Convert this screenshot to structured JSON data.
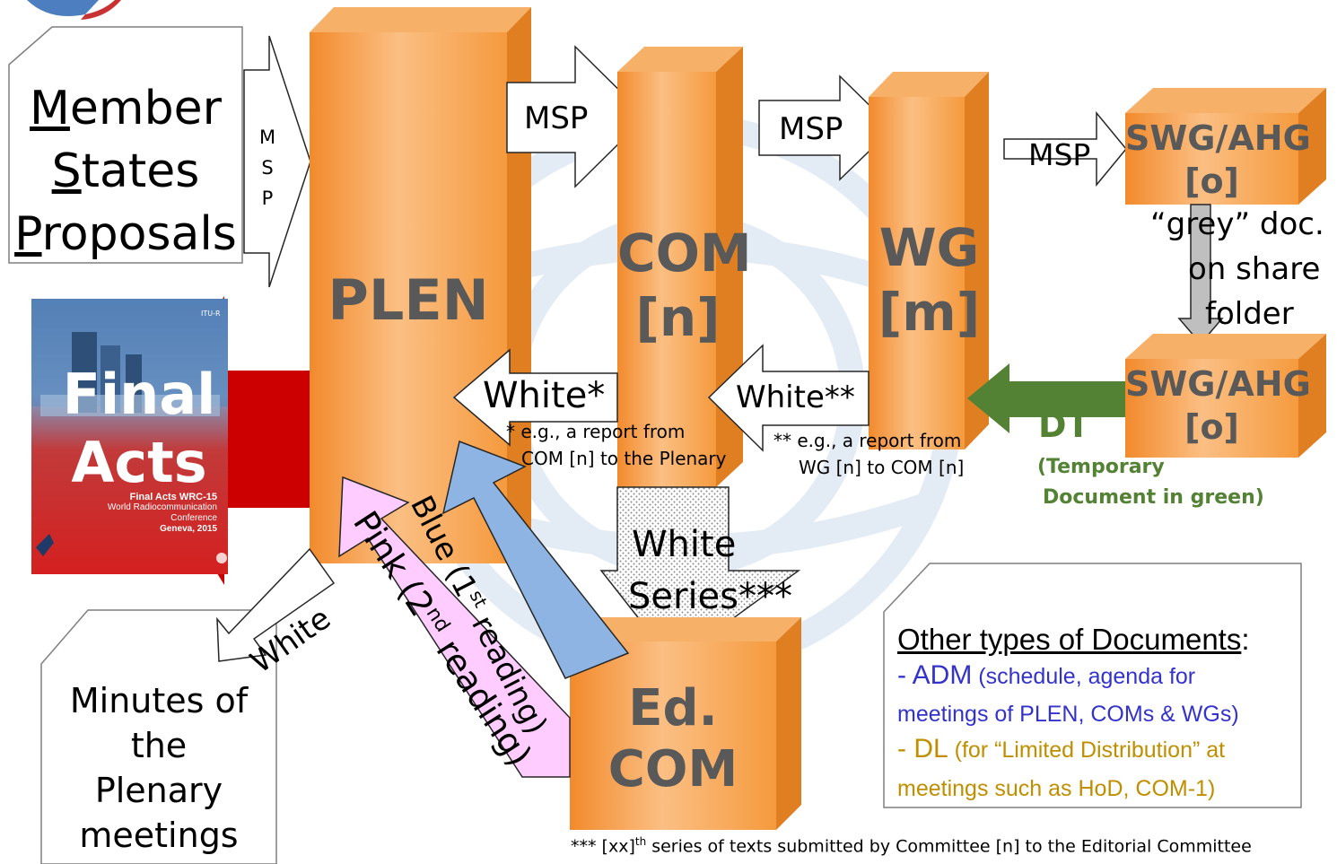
{
  "member_states": {
    "m": "M",
    "ember": "ember",
    "s": "S",
    "tates": "tates",
    "p": "P",
    "roposals": "roposals"
  },
  "msp_vertical": [
    "M",
    "S",
    "P"
  ],
  "boxes": {
    "plen": "PLEN",
    "com": [
      "COM",
      "[n]"
    ],
    "wg": [
      "WG",
      "[m]"
    ],
    "swg_top": [
      "SWG/AHG",
      "[o]"
    ],
    "swg_bottom": [
      "SWG/AHG",
      "[o]"
    ],
    "ed_com": [
      "Ed.",
      "COM"
    ]
  },
  "arrows": {
    "msp_1": "MSP",
    "msp_2": "MSP",
    "msp_3": "MSP",
    "white_1": "White*",
    "white_2": "White**",
    "white_series": [
      "White",
      "Series***"
    ],
    "white_diag": "White",
    "blue": {
      "a": "Blue (1",
      "sup": "st",
      "b": " reading)"
    },
    "pink": {
      "a": "Pink (2",
      "sup": "nd",
      "b": " reading)"
    },
    "dt": "DT",
    "final_acts": [
      "Final",
      "Acts"
    ]
  },
  "notes": {
    "grey_doc": [
      "“grey” doc.",
      "on share",
      "folder"
    ],
    "note1": [
      "* e.g., a report from",
      "COM [n] to the Plenary"
    ],
    "note2": [
      "** e.g., a report from",
      "WG [n] to  COM [n]"
    ],
    "temp_doc": [
      "(Temporary",
      "Document in green)"
    ],
    "footnote": {
      "a": "*** [xx]",
      "sup": "th",
      "b": " series of texts submitted by Committee [n] to the Editorial Committee"
    }
  },
  "minutes": [
    "Minutes of",
    "the",
    "Plenary",
    "meetings"
  ],
  "cover": {
    "itu": "ITU-R",
    "line1": "Final Acts WRC-15",
    "line2": "World Radiocommunication",
    "line3": "Conference",
    "line4": "Geneva, 2015"
  },
  "other_docs": {
    "title": "Other types of Documents",
    "colon": ":",
    "adm_dash": "- ",
    "adm": "ADM",
    "adm_desc_1": " (schedule, agenda for",
    "adm_desc_2": "meetings of PLEN, COMs & WGs)",
    "dl_dash": "- ",
    "dl": "DL",
    "dl_desc_1": " (for “Limited Distribution” at",
    "dl_desc_2": "meetings such as HoD, COM-1)"
  },
  "colors": {
    "box_main": "#f59a3e",
    "box_light": "#fbc48a",
    "box_side": "#e98a2a",
    "final_acts_arrow": "#cc0000",
    "blue_arrow": "#8eb4e3",
    "pink_arrow": "#ffccff",
    "dt_arrow": "#548235",
    "dt_text": "#548235",
    "adm_color": "#3333cc",
    "dl_color": "#bf8f00",
    "box_text": "#595959"
  }
}
